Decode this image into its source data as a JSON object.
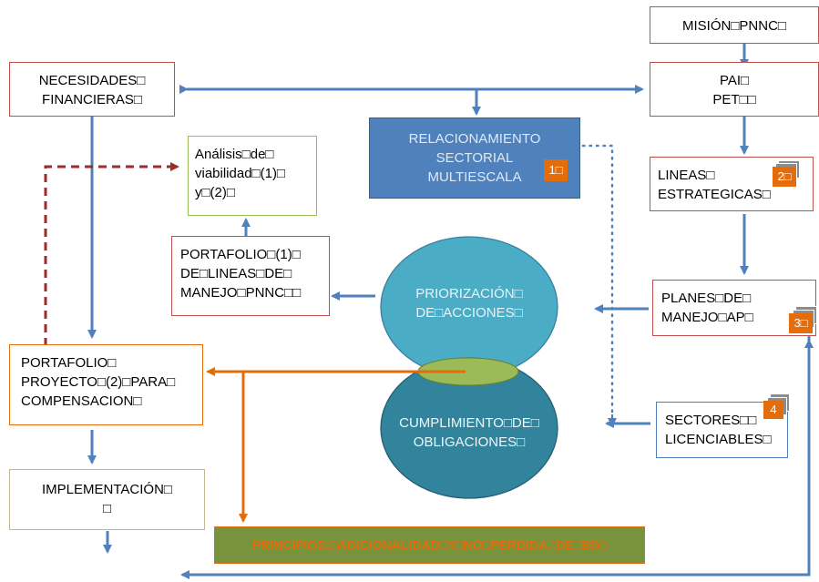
{
  "boxes": {
    "mision": [
      "MISIÓN□PNNC□"
    ],
    "necesidades": [
      "NECESIDADES□",
      "FINANCIERAS□"
    ],
    "pai": [
      "PAI□",
      "PET□□"
    ],
    "relacionamiento": [
      "RELACIONAMIENTO",
      "SECTORIAL",
      "MULTIESCALA"
    ],
    "analisis": [
      "Análisis□de□",
      "viabilidad□(1)□",
      "y□(2)□"
    ],
    "lineas": [
      "LINEAS□",
      "ESTRATEGICAS□"
    ],
    "portafolio1": [
      "PORTAFOLIO□(1)□",
      "DE□LINEAS□DE□",
      "MANEJO□PNNC□□"
    ],
    "priorizacion": [
      "PRIORIZACIÓN□",
      "DE□ACCIONES□"
    ],
    "planes": [
      "PLANES□DE□",
      "MANEJO□AP□"
    ],
    "portafolio2": [
      "PORTAFOLIO□",
      "PROYECTO□(2)□PARA□",
      "COMPENSACION□"
    ],
    "cumplimiento": [
      "CUMPLIMIENTO□DE□",
      "OBLIGACIONES□"
    ],
    "sectores": [
      "SECTORES□□",
      "LICENCIABLES□"
    ],
    "implementacion": [
      "IMPLEMENTACIÓN□",
      "□"
    ],
    "principios": "PRINCIPIOS:□ADICIONALIDAD□Y□NO□PERDIDA□DE□BD□"
  },
  "badges": {
    "b1": "1□",
    "b2": "2□",
    "b3": "3□",
    "b4": "4"
  },
  "colors": {
    "arrow": "#4f81bd",
    "dashed": "#9b2d2a",
    "orange": "#e46c0a",
    "relacionamiento": "#4f81bd",
    "priorizacion": "#4bacc6",
    "cumplimiento": "#31849b",
    "principios_fill": "#77933c",
    "overlap": "#9bbb59"
  }
}
